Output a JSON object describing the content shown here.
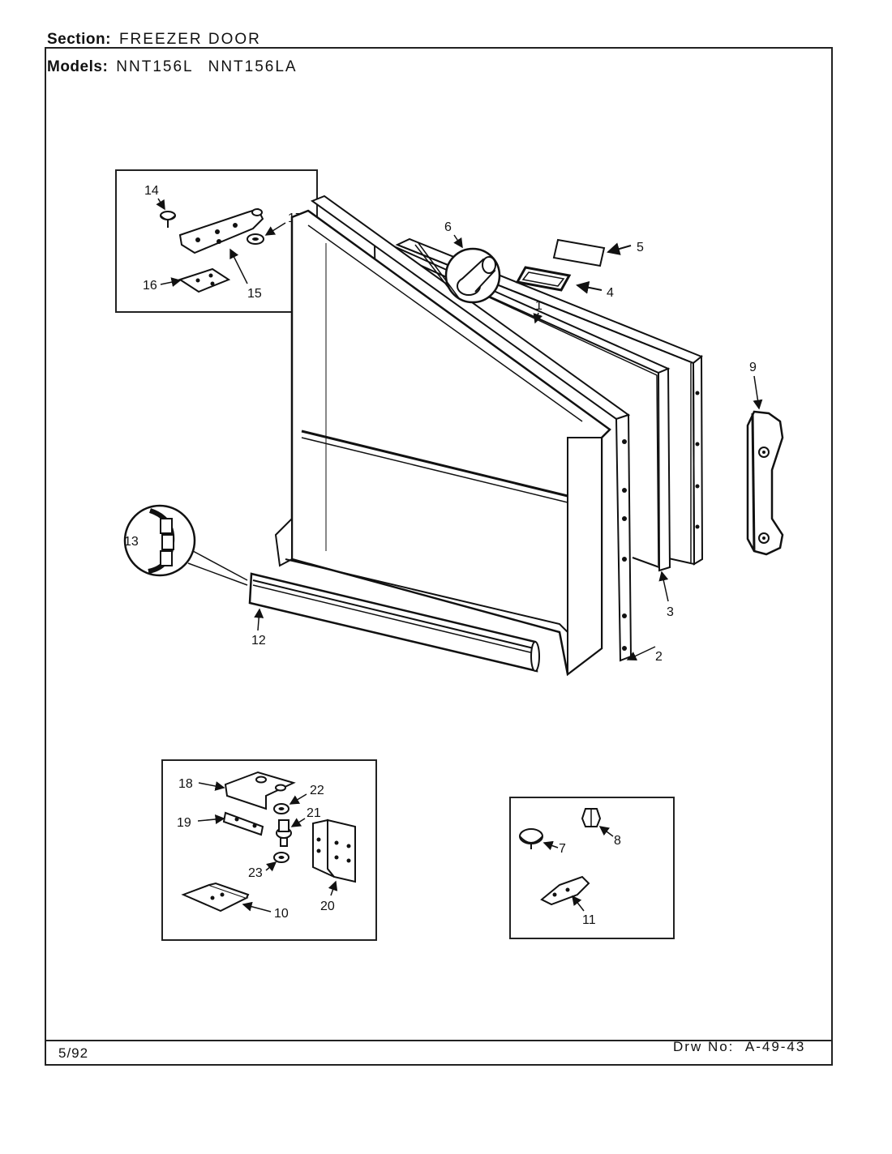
{
  "header": {
    "section_label": "Section:",
    "section_value": "FREEZER DOOR",
    "models_label": "Models:",
    "models": [
      "NNT156L",
      "NNT156LA"
    ]
  },
  "footer": {
    "date": "5/92",
    "drawing_label": "Drw No:",
    "drawing_number": "A-49-43"
  },
  "parts": {
    "p1": "1",
    "p2": "2",
    "p3": "3",
    "p4": "4",
    "p5": "5",
    "p6": "6",
    "p7": "7",
    "p8": "8",
    "p9": "9",
    "p10": "10",
    "p11": "11",
    "p12": "12",
    "p13": "13",
    "p14": "14",
    "p15": "15",
    "p16": "16",
    "p17": "17",
    "p18": "18",
    "p19": "19",
    "p20": "20",
    "p21": "21",
    "p22": "22",
    "p23": "23"
  }
}
